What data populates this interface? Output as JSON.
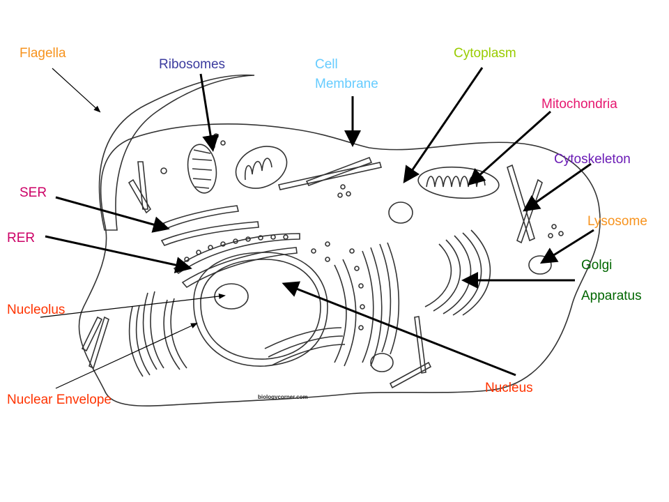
{
  "labels": {
    "flagella": "Flagella",
    "ribosomes": "Ribosomes",
    "cell_membrane_line1": "Cell",
    "cell_membrane_line2": "Membrane",
    "cytoplasm": "Cytoplasm",
    "mitochondria": "Mitochondria",
    "cytoskeleton": "Cytoskeleton",
    "ser": "SER",
    "rer": "RER",
    "lysosome": "Lysosome",
    "golgi_line1": "Golgi",
    "golgi_line2": "Apparatus",
    "nucleolus": "Nucleolus",
    "nuclear_envelope": "Nuclear Envelope",
    "nucleus": "Nucleus"
  },
  "credit": "biologycorner.com",
  "colors": {
    "flagella": "#f7931e",
    "ribosomes": "#3b3b9e",
    "cell_membrane": "#66ccff",
    "cytoplasm": "#99cc00",
    "mitochondria": "#e6176f",
    "cytoskeleton": "#6a1bb5",
    "ser": "#cc0066",
    "rer": "#cc0066",
    "lysosome": "#f7931e",
    "golgi": "#006600",
    "nucleolus": "#ff3300",
    "nuclear_envelope": "#ff3300",
    "nucleus": "#ff3300"
  }
}
